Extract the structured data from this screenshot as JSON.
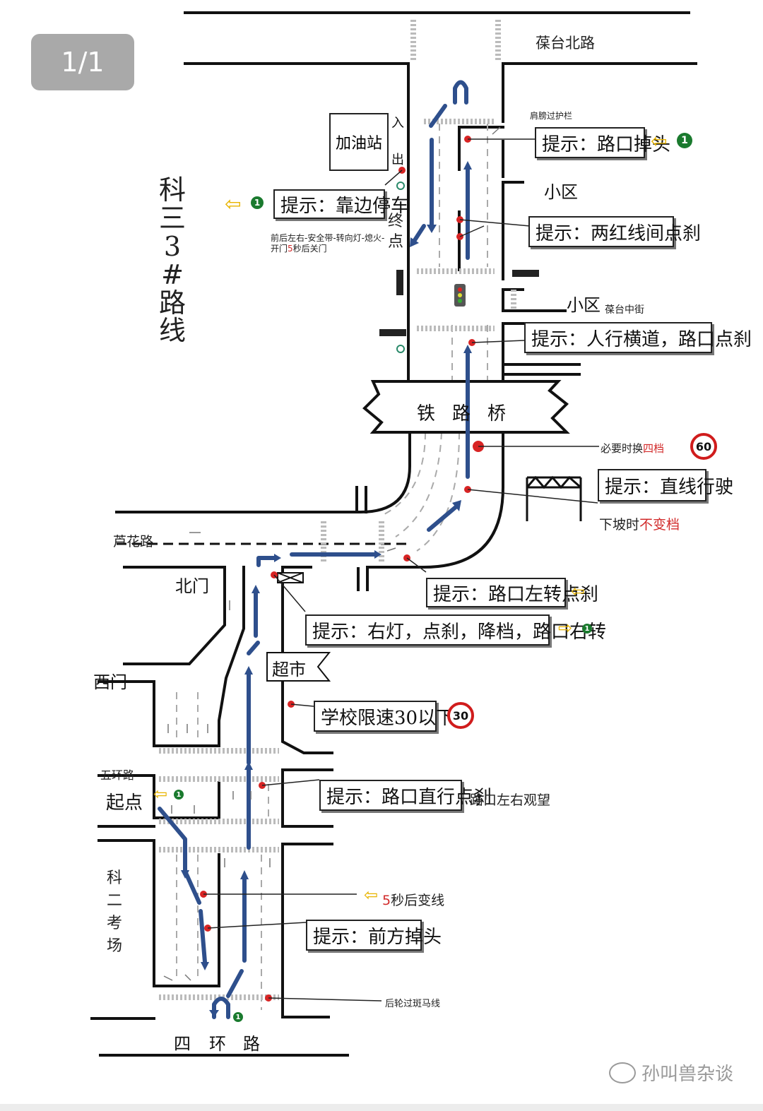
{
  "viewer": {
    "page_indicator": "1/1"
  },
  "route_title": [
    "科",
    "三",
    "3",
    "#",
    "路",
    "线"
  ],
  "roads": {
    "north": "葆台北路",
    "middle_street": "葆台中街",
    "luhua": "芦花路",
    "wuhuan": "五环路",
    "sihuan": [
      "四",
      "环",
      "路"
    ]
  },
  "places": {
    "gas_station": "加油站",
    "entrance": "入",
    "exit": "出",
    "community_a": "小区",
    "community_b": "小区",
    "bridge": [
      "铁",
      "路",
      "桥"
    ],
    "north_gate": "北门",
    "west_gate": "西门",
    "supermarket": "超市",
    "start": "起点",
    "end": [
      "终",
      "点"
    ],
    "exam_site": [
      "科",
      "二",
      "考",
      "场"
    ]
  },
  "hints": {
    "uturn": "提示：路口掉头",
    "pull_over": "提示：靠边停车",
    "red_line_brake": "提示：两红线间点刹",
    "crosswalk_brake": "提示：人行横道，路口点刹",
    "straight": "提示：直线行驶",
    "left_turn_brake": "提示：路口左转点刹",
    "right_turn": "提示：右灯，点刹，降档，路口右转",
    "school_limit": "学校限速30以下",
    "straight_brake": "提示：路口直行点刹",
    "ahead_uturn": "提示：前方掉头"
  },
  "notes": {
    "shoulder_guardrail": "肩膀过护栏",
    "parking_steps": "前后左右-安全带-转向灯-熄火-",
    "parking_steps_2_a": "开门",
    "parking_steps_2_b": "5",
    "parking_steps_2_c": "秒后关门",
    "gear_a": "必要时换",
    "gear_b": "四档",
    "downhill_a": "下坡时",
    "downhill_b": "不变档",
    "look_both": "路口左右观望",
    "lane_change_a": "5",
    "lane_change_b": "秒后变线",
    "rear_wheel": "后轮过斑马线"
  },
  "speed_signs": {
    "s60": "60",
    "s30": "30"
  },
  "markers": {
    "one": "1"
  },
  "watermark": "孙叫兽杂谈",
  "colors": {
    "route": "#2e4f8c",
    "stop": "#d82424",
    "hint_arrow": "#e8b400",
    "marker_green": "#1a7a2e",
    "accent_red": "#d22b2b"
  }
}
